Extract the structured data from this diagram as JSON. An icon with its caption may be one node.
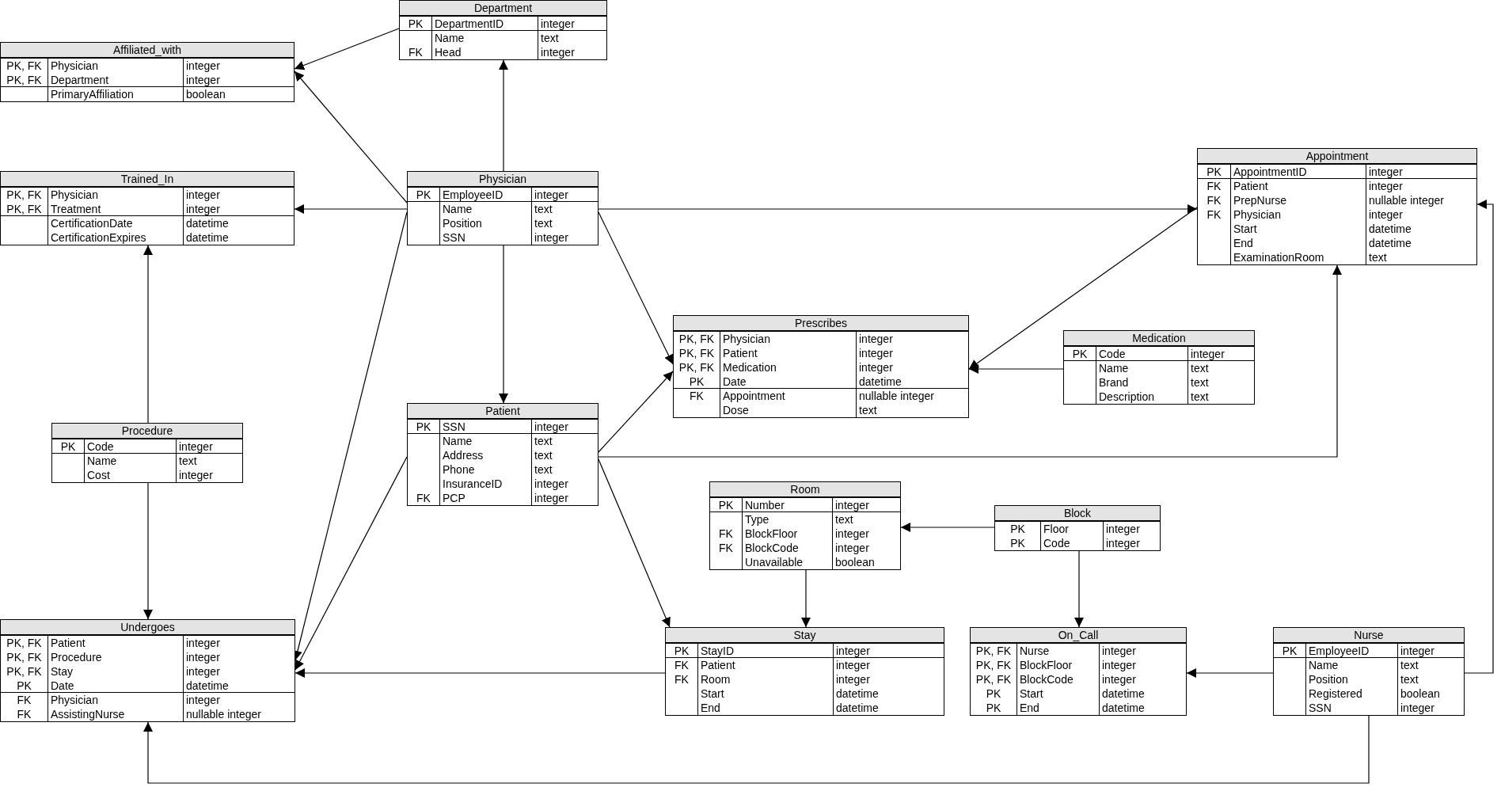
{
  "diagram": {
    "nodes": [
      {
        "text": [
          "Department"
        ]
      },
      {
        "text": [
          "PK",
          "DepartmentID",
          "integer"
        ],
        "in": 0
      },
      {
        "text": [
          "Name",
          "text"
        ],
        "in": 0
      },
      {
        "text": [
          "FK",
          "Head",
          "integer"
        ],
        "in": 0
      },
      {
        "text": [
          "Affiliated_with"
        ]
      },
      {
        "text": [
          "PK, FK",
          "Physician",
          "integer"
        ],
        "in": 4
      },
      {
        "text": [
          "PK, FK",
          "Department",
          "integer"
        ],
        "in": 4
      },
      {
        "text": [
          "PrimaryAffiliation",
          "boolean"
        ],
        "in": 4
      },
      {
        "text": [
          "Trained_In"
        ]
      },
      {
        "text": [
          "PK, FK",
          "Physician",
          "integer"
        ],
        "in": 8
      },
      {
        "text": [
          "PK, FK",
          "Treatment",
          "integer"
        ],
        "in": 8
      },
      {
        "text": [
          "CertificationDate",
          "datetime"
        ],
        "in": 8
      },
      {
        "text": [
          "CertificationExpires",
          "datetime"
        ],
        "in": 8
      },
      {
        "text": [
          "Physician"
        ]
      },
      {
        "text": [
          "PK",
          "EmployeeID",
          "integer"
        ],
        "in": 13
      },
      {
        "text": [
          "Name",
          "text"
        ],
        "in": 13
      },
      {
        "text": [
          "Position",
          "text"
        ],
        "in": 13
      },
      {
        "text": [
          "SSN",
          "integer"
        ],
        "in": 13
      },
      {
        "text": [
          "Appointment"
        ]
      },
      {
        "text": [
          "PK",
          "AppointmentID",
          "integer"
        ],
        "in": 18
      },
      {
        "text": [
          "FK",
          "Patient",
          "integer"
        ],
        "in": 18
      },
      {
        "text": [
          "FK",
          "PrepNurse",
          "nullable integer"
        ],
        "in": 18
      },
      {
        "text": [
          "FK",
          "Physician",
          "integer"
        ],
        "in": 18
      },
      {
        "text": [
          "Start",
          "datetime"
        ],
        "in": 18
      },
      {
        "text": [
          "End",
          "datetime"
        ],
        "in": 18
      },
      {
        "text": [
          "ExaminationRoom",
          "text"
        ],
        "in": 18
      },
      {
        "text": [
          "Prescribes"
        ]
      },
      {
        "text": [
          "PK, FK",
          "Physician",
          "integer"
        ],
        "in": 26
      },
      {
        "text": [
          "PK, FK",
          "Patient",
          "integer"
        ],
        "in": 26
      },
      {
        "text": [
          "PK, FK",
          "Medication",
          "integer"
        ],
        "in": 26
      },
      {
        "text": [
          "PK",
          "Date",
          "datetime"
        ],
        "in": 26
      },
      {
        "text": [
          "FK",
          "Appointment",
          "nullable integer"
        ],
        "in": 26
      },
      {
        "text": [
          "Dose",
          "text"
        ],
        "in": 26
      },
      {
        "text": [
          "Medication"
        ]
      },
      {
        "text": [
          "PK",
          "Code",
          "integer"
        ],
        "in": 33
      },
      {
        "text": [
          "Name",
          "text"
        ],
        "in": 33
      },
      {
        "text": [
          "Brand",
          "text"
        ],
        "in": 33
      },
      {
        "text": [
          "Description",
          "text"
        ],
        "in": 33
      },
      {
        "text": [
          "Procedure"
        ]
      },
      {
        "text": [
          "PK",
          "Code",
          "integer"
        ],
        "in": 38
      },
      {
        "text": [
          "Name",
          "text"
        ],
        "in": 38
      },
      {
        "text": [
          "Cost",
          "integer"
        ],
        "in": 38
      },
      {
        "text": [
          "Patient"
        ]
      },
      {
        "text": [
          "PK",
          "SSN",
          "integer"
        ],
        "in": 42
      },
      {
        "text": [
          "Name",
          "text"
        ],
        "in": 42
      },
      {
        "text": [
          "Address",
          "text"
        ],
        "in": 42
      },
      {
        "text": [
          "Phone",
          "text"
        ],
        "in": 42
      },
      {
        "text": [
          "InsuranceID",
          "integer"
        ],
        "in": 42
      },
      {
        "text": [
          "FK",
          "PCP",
          "integer"
        ],
        "in": 42
      },
      {
        "text": [
          "Room"
        ]
      },
      {
        "text": [
          "PK",
          "Number",
          "integer"
        ],
        "in": 49
      },
      {
        "text": [
          "Type",
          "text"
        ],
        "in": 49
      },
      {
        "text": [
          "FK",
          "BlockFloor",
          "integer"
        ],
        "in": 49
      },
      {
        "text": [
          "FK",
          "BlockCode",
          "integer"
        ],
        "in": 49
      },
      {
        "text": [
          "Unavailable",
          "boolean"
        ],
        "in": 49
      },
      {
        "text": [
          "Block"
        ]
      },
      {
        "text": [
          "PK",
          "Floor",
          "integer"
        ],
        "in": 55
      },
      {
        "text": [
          "PK",
          "Code",
          "integer"
        ],
        "in": 55
      },
      {
        "text": [
          "Undergoes"
        ]
      },
      {
        "text": [
          "PK, FK",
          "Patient",
          "integer"
        ],
        "in": 58
      },
      {
        "text": [
          "PK, FK",
          "Procedure",
          "integer"
        ],
        "in": 58
      },
      {
        "text": [
          "PK, FK",
          "Stay",
          "integer"
        ],
        "in": 58
      },
      {
        "text": [
          "PK",
          "Date",
          "datetime"
        ],
        "in": 58
      },
      {
        "text": [
          "FK",
          "Physician",
          "integer"
        ],
        "in": 58
      },
      {
        "text": [
          "FK",
          "AssistingNurse",
          "nullable integer"
        ],
        "in": 58
      },
      {
        "text": [
          "Stay"
        ]
      },
      {
        "text": [
          "PK",
          "StayID",
          "integer"
        ],
        "in": 65
      },
      {
        "text": [
          "FK",
          "Patient",
          "integer"
        ],
        "in": 65
      },
      {
        "text": [
          "FK",
          "Room",
          "integer"
        ],
        "in": 65
      },
      {
        "text": [
          "Start",
          "datetime"
        ],
        "in": 65
      },
      {
        "text": [
          "End",
          "datetime"
        ],
        "in": 65
      },
      {
        "text": [
          "On_Call"
        ]
      },
      {
        "text": [
          "PK, FK",
          "Nurse",
          "integer"
        ],
        "in": 71
      },
      {
        "text": [
          "PK, FK",
          "BlockFloor",
          "integer"
        ],
        "in": 71
      },
      {
        "text": [
          "PK, FK",
          "BlockCode",
          "integer"
        ],
        "in": 71
      },
      {
        "text": [
          "PK",
          "Start",
          "datetime"
        ],
        "in": 71
      },
      {
        "text": [
          "PK",
          "End",
          "datetime"
        ],
        "in": 71
      },
      {
        "text": [
          "Nurse"
        ]
      },
      {
        "text": [
          "PK",
          "EmployeeID",
          "integer"
        ],
        "in": 77
      },
      {
        "text": [
          "Name",
          "text"
        ],
        "in": 77
      },
      {
        "text": [
          "Position",
          "text"
        ],
        "in": 77
      },
      {
        "text": [
          "Registered",
          "boolean"
        ],
        "in": 77
      },
      {
        "text": [
          "SSN",
          "integer"
        ],
        "in": 77
      }
    ],
    "edges": [
      {
        "from": 0,
        "to": 4,
        "arrow": "to"
      },
      {
        "from": 13,
        "to": 4,
        "arrow": "to"
      },
      {
        "from": 13,
        "to": 0,
        "arrow": "to"
      },
      {
        "from": 13,
        "to": 8,
        "arrow": "to"
      },
      {
        "from": 38,
        "to": 8,
        "arrow": "to"
      },
      {
        "from": 38,
        "to": 58,
        "arrow": "to"
      },
      {
        "from": 13,
        "to": 42,
        "arrow": "to"
      },
      {
        "from": 13,
        "to": 18,
        "arrow": "to"
      },
      {
        "from": 13,
        "to": 26,
        "arrow": "to"
      },
      {
        "from": 42,
        "to": 26,
        "arrow": "to"
      },
      {
        "from": 18,
        "to": 26,
        "arrow": "to"
      },
      {
        "from": 33,
        "to": 26,
        "arrow": "to"
      },
      {
        "from": 42,
        "to": 18,
        "arrow": "to"
      },
      {
        "from": 13,
        "to": 58,
        "arrow": "to"
      },
      {
        "from": 42,
        "to": 58,
        "arrow": "to"
      },
      {
        "from": 42,
        "to": 65,
        "arrow": "to"
      },
      {
        "from": 49,
        "to": 65,
        "arrow": "to"
      },
      {
        "from": 55,
        "to": 49,
        "arrow": "to"
      },
      {
        "from": 55,
        "to": 71,
        "arrow": "to"
      },
      {
        "from": 65,
        "to": 58,
        "arrow": "to"
      },
      {
        "from": 77,
        "to": 71,
        "arrow": "to"
      },
      {
        "from": 77,
        "to": 18,
        "arrow": "to"
      },
      {
        "from": 77,
        "to": 58,
        "arrow": "to"
      }
    ]
  }
}
